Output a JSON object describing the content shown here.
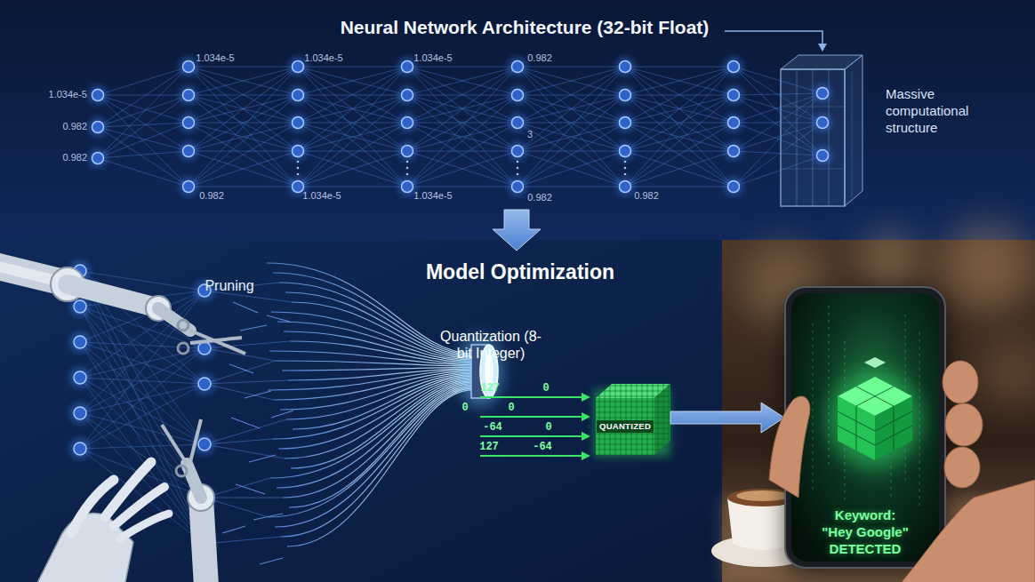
{
  "diagram": {
    "nodes": [
      {
        "text": [
          "Neural Network Architecture (32-bit Float)"
        ]
      },
      {
        "text": [
          "Model Optimization"
        ]
      },
      {
        "text": [
          "QUANTIZED"
        ],
        "in": 1
      },
      {
        "text": [
          "Keyword: \"Hey Google\" DETECTED"
        ]
      }
    ],
    "edges": [
      {
        "from": 0,
        "to": 1,
        "arrow": "to"
      },
      {
        "from": 2,
        "to": 3,
        "arrow": "to"
      }
    ],
    "labels": [
      "1.034e-5",
      "0.982",
      "0.982",
      "1.034e-5",
      "1.034e-5",
      "1.034e-5",
      "0.982",
      "0.982",
      "1.034e-5",
      "1.034e-5",
      "0.982",
      "0.982",
      "3",
      "Massive computational structure",
      "Pruning",
      "Quantization (8-bit Integer)",
      "127",
      "0",
      "0",
      "0",
      "-64",
      "0",
      "127",
      "-64"
    ]
  }
}
